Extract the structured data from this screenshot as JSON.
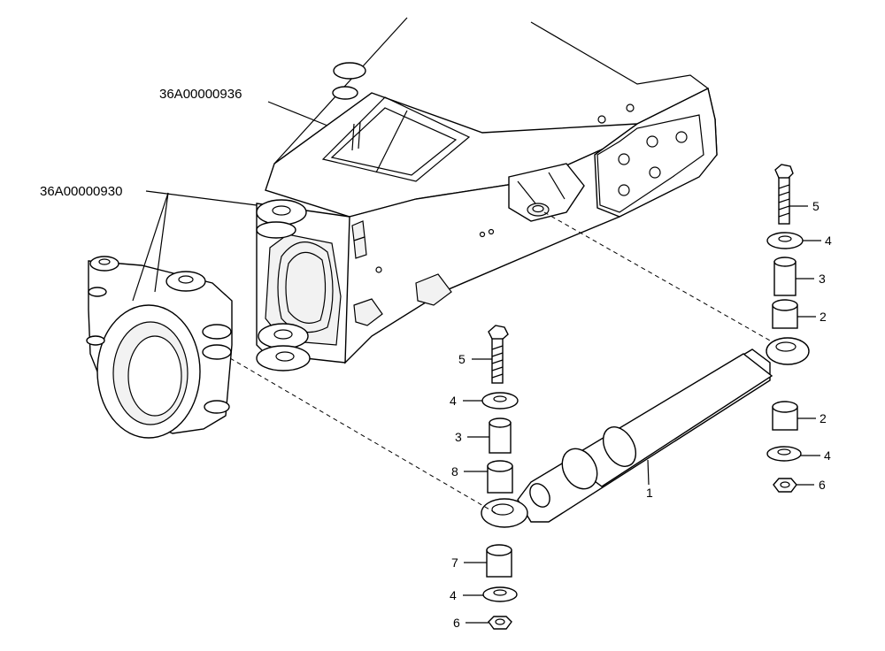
{
  "diagram": {
    "callouts": {
      "frame": "36A00000936",
      "axle_mount": "36A00000930"
    },
    "labels": {
      "cylinder": "1",
      "bushing_2a": "2",
      "bushing_2b": "2",
      "spacer_3a": "3",
      "spacer_3b": "3",
      "washer_4a": "4",
      "washer_4b": "4",
      "washer_4c": "4",
      "washer_4d": "4",
      "bolt_5a": "5",
      "bolt_5b": "5",
      "nut_6a": "6",
      "nut_6b": "6",
      "spacer_7": "7",
      "bushing_8": "8"
    }
  }
}
